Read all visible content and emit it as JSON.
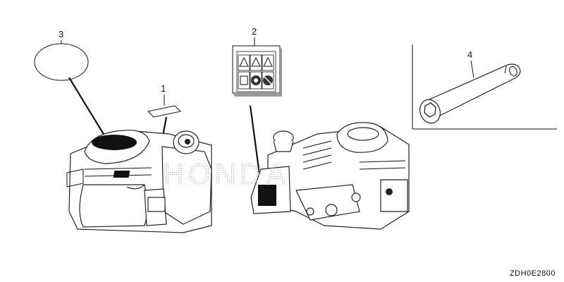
{
  "callouts": {
    "c1": "1",
    "c2": "2",
    "c3": "3",
    "c4": "4"
  },
  "watermark": "HONDA",
  "drawing_code": "ZDH0E2800",
  "colors": {
    "ink": "#111111",
    "watermark": "#bdbdbd"
  }
}
